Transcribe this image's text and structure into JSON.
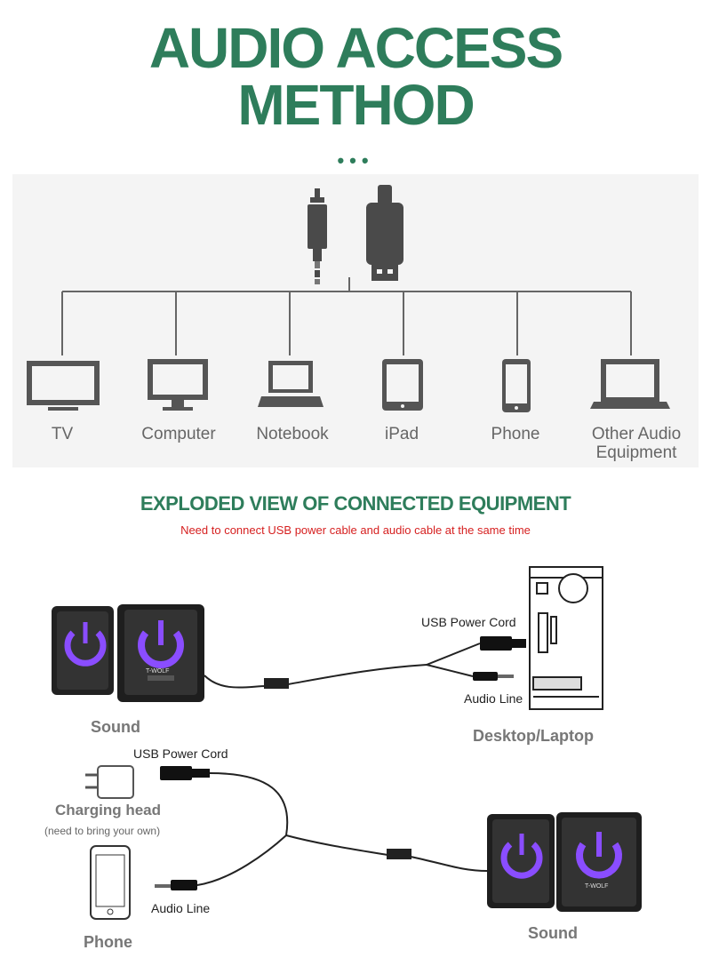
{
  "title": {
    "line1": "AUDIO ACCESS",
    "line2": "METHOD"
  },
  "connectors": [
    "audio-jack-icon",
    "usb-plug-icon"
  ],
  "devices": [
    {
      "label": "TV",
      "icon": "tv-icon"
    },
    {
      "label": "Computer",
      "icon": "monitor-icon"
    },
    {
      "label": "Notebook",
      "icon": "laptop-icon"
    },
    {
      "label": "iPad",
      "icon": "tablet-icon"
    },
    {
      "label": "Phone",
      "icon": "phone-icon"
    },
    {
      "label": "Other Audio\nEquipment",
      "icon": "laptop-icon"
    }
  ],
  "exploded": {
    "title": "EXPLODED VIEW OF CONNECTED EQUIPMENT",
    "note": "Need to connect USB power cable and audio cable at the same time"
  },
  "setup1": {
    "usb_label": "USB Power Cord",
    "audio_label": "Audio Line",
    "speaker_label": "Sound",
    "computer_label": "Desktop/Laptop",
    "brand": "T-WOLF"
  },
  "setup2": {
    "usb_label": "USB Power Cord",
    "charger_label": "Charging head",
    "charger_hint": "(need to bring your own)",
    "audio_label": "Audio Line",
    "phone_label": "Phone",
    "speaker_label": "Sound",
    "brand": "T-WOLF"
  },
  "colors": {
    "green": "#2e7d5b",
    "red": "#d62020",
    "icon_gray": "#4a4a4a",
    "ring": "#8a4dff"
  }
}
